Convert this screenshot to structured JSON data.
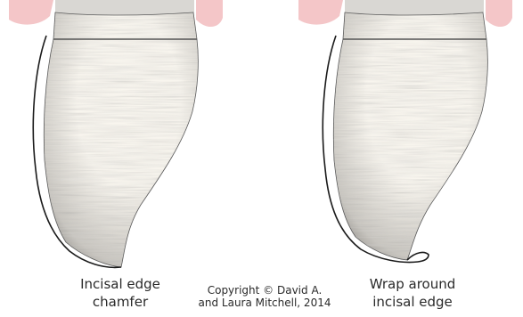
{
  "figures": [
    {
      "caption": [
        "Incisal edge",
        "chamfer"
      ],
      "variant": "chamfer"
    },
    {
      "caption": [
        "Wrap around",
        "incisal edge"
      ],
      "variant": "wrap-around"
    }
  ],
  "copyright": [
    "Copyright © David A.",
    "and Laura Mitchell, 2014"
  ],
  "colors": {
    "gingiva": "#f4c6c8",
    "tooth_fill": "#f8f5ee",
    "hatching": "#8b8b8b",
    "outline": "#1a1a1a"
  }
}
